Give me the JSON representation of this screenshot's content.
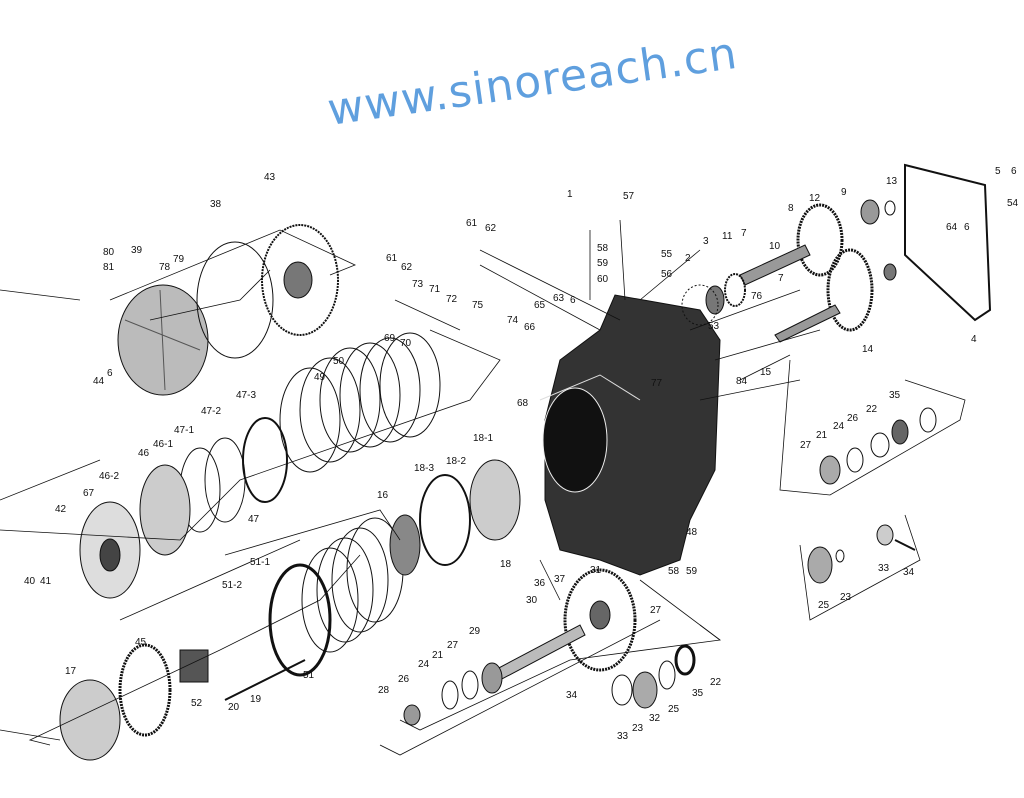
{
  "watermark": "www.sinoreach.cn",
  "colors": {
    "ink": "#111111",
    "watermark": "#2a7fd4"
  },
  "part_labels": [
    "1",
    "57",
    "43",
    "38",
    "61",
    "62",
    "58",
    "55",
    "59",
    "56",
    "60",
    "80",
    "81",
    "39",
    "78",
    "79",
    "61",
    "62",
    "73",
    "71",
    "72",
    "75",
    "74",
    "66",
    "65",
    "63",
    "6",
    "69",
    "70",
    "44",
    "6",
    "50",
    "49",
    "68",
    "47-3",
    "47-2",
    "47-1",
    "46-1",
    "46",
    "18-1",
    "18-2",
    "18-3",
    "46-2",
    "67",
    "42",
    "47",
    "16",
    "48",
    "51-1",
    "18",
    "36",
    "37",
    "31",
    "58",
    "59",
    "40",
    "41",
    "51-2",
    "30",
    "27",
    "45",
    "29",
    "27",
    "21",
    "24",
    "52",
    "19",
    "20",
    "51",
    "26",
    "28",
    "22",
    "35",
    "25",
    "34",
    "32",
    "23",
    "33",
    "17",
    "13",
    "5",
    "6",
    "54",
    "9",
    "8",
    "12",
    "3",
    "11",
    "7",
    "2",
    "10",
    "64",
    "6",
    "53",
    "76",
    "7",
    "14",
    "4",
    "84",
    "15",
    "35",
    "22",
    "26",
    "24",
    "21",
    "27",
    "33",
    "34",
    "25",
    "23",
    "77"
  ]
}
